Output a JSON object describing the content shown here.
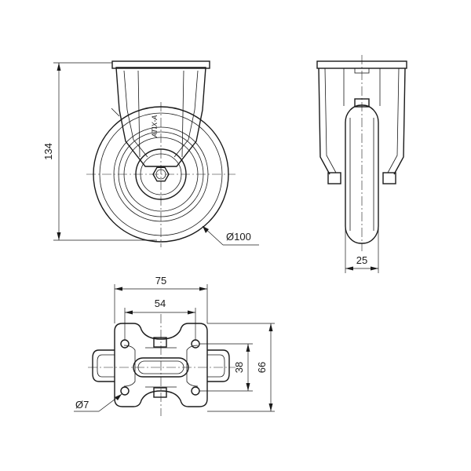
{
  "dimensions": {
    "height": "134",
    "wheel_diameter": "Ø100",
    "wheel_width": "25",
    "plate_length": "75",
    "hole_spacing_length": "54",
    "hole_spacing_width": "38",
    "plate_width": "66",
    "hole_diameter": "Ø7"
  },
  "brand_mark": "ATIX-A",
  "colors": {
    "line": "#1a1a1a",
    "background": "#ffffff"
  }
}
